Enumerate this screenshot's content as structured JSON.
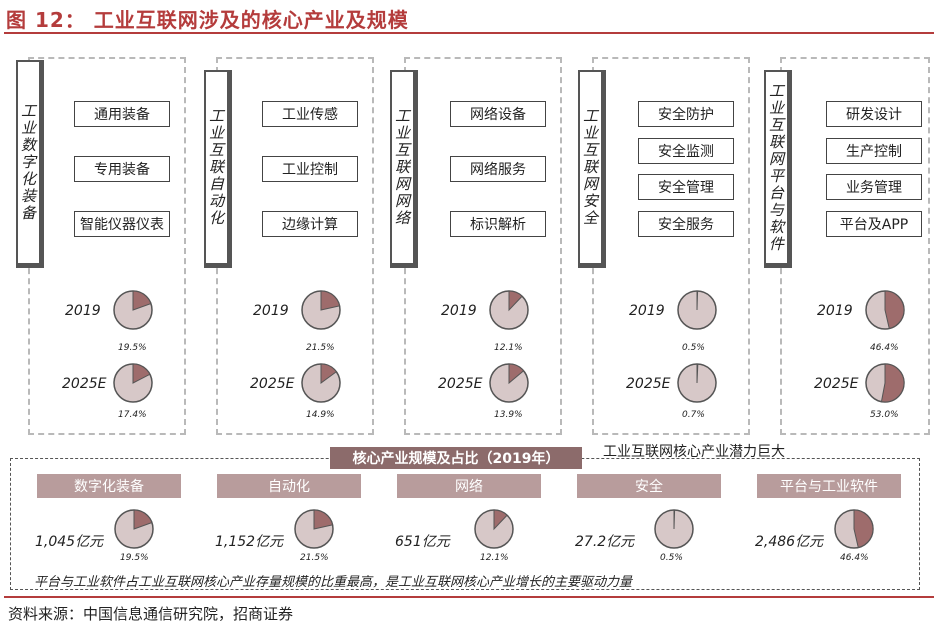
{
  "title": "图 12： 工业互联网涉及的核心产业及规模",
  "colors": {
    "accent": "#b43c3c",
    "pie_base": "#d7c8c8",
    "pie_slice": "#9e6c6c",
    "band": "#8c6b6b",
    "cat_bg": "#b89c9c"
  },
  "columns": [
    {
      "label": "工业数字化装备",
      "items": [
        "通用装备",
        "专用装备",
        "智能仪器仪表"
      ],
      "y2019": "2019",
      "p2019": "19.5%",
      "v2019": 19.5,
      "y2025": "2025E",
      "p2025": "17.4%",
      "v2025": 17.4
    },
    {
      "label": "工业互联自动化",
      "items": [
        "工业传感",
        "工业控制",
        "边缘计算"
      ],
      "y2019": "2019",
      "p2019": "21.5%",
      "v2019": 21.5,
      "y2025": "2025E",
      "p2025": "14.9%",
      "v2025": 14.9
    },
    {
      "label": "工业互联网网络",
      "items": [
        "网络设备",
        "网络服务",
        "标识解析"
      ],
      "y2019": "2019",
      "p2019": "12.1%",
      "v2019": 12.1,
      "y2025": "2025E",
      "p2025": "13.9%",
      "v2025": 13.9
    },
    {
      "label": "工业互联网安全",
      "items": [
        "安全防护",
        "安全监测",
        "安全管理",
        "安全服务"
      ],
      "y2019": "2019",
      "p2019": "0.5%",
      "v2019": 0.5,
      "y2025": "2025E",
      "p2025": "0.7%",
      "v2025": 0.7
    },
    {
      "label": "工业互联网平台与软件",
      "items": [
        "研发设计",
        "生产控制",
        "业务管理",
        "平台及APP"
      ],
      "y2019": "2019",
      "p2019": "46.4%",
      "v2019": 46.4,
      "y2025": "2025E",
      "p2025": "53.0%",
      "v2025": 53.0
    }
  ],
  "summary": {
    "band_title": "核心产业规模及占比（2019年）",
    "note": "工业互联网核心产业潜力巨大",
    "categories": [
      {
        "name": "数字化装备",
        "scale": "1,045亿元",
        "pct": "19.5%",
        "value": 19.5
      },
      {
        "name": "自动化",
        "scale": "1,152亿元",
        "pct": "21.5%",
        "value": 21.5
      },
      {
        "name": "网络",
        "scale": "651亿元",
        "pct": "12.1%",
        "value": 12.1
      },
      {
        "name": "安全",
        "scale": "27.2亿元",
        "pct": "0.5%",
        "value": 0.5
      },
      {
        "name": "平台与工业软件",
        "scale": "2,486亿元",
        "pct": "46.4%",
        "value": 46.4
      }
    ],
    "conclusion": "平台与工业软件占工业互联网核心产业存量规模的比重最高，是工业互联网核心产业增长的主要驱动力量"
  },
  "source": "资料来源：中国信息通信研究院，招商证券"
}
